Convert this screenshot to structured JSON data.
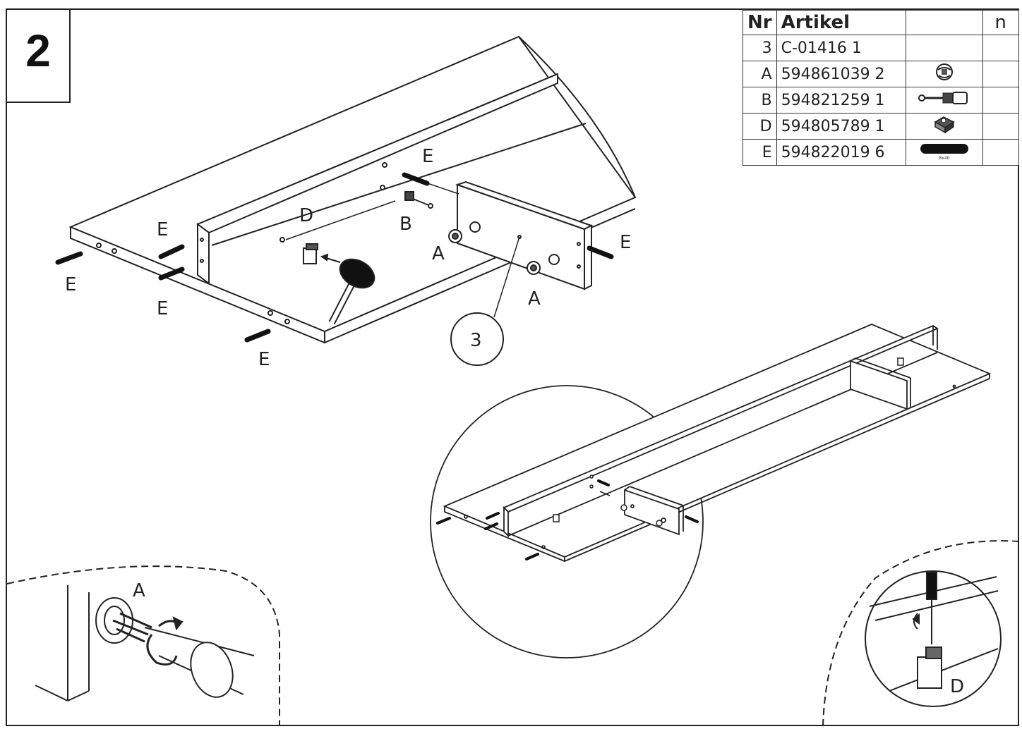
{
  "step": "2",
  "parts_table": {
    "headers": {
      "nr": "Nr",
      "artikel": "Artikel",
      "image": "",
      "n": "n"
    },
    "rows": [
      {
        "nr": "3",
        "artikel": "C-01416 1",
        "icon": ""
      },
      {
        "nr": "A",
        "artikel": "594861039 2",
        "icon": "cam-lock-icon"
      },
      {
        "nr": "B",
        "artikel": "594821259 1",
        "icon": "cam-bolt-icon"
      },
      {
        "nr": "D",
        "artikel": "594805789 1",
        "icon": "connector-icon"
      },
      {
        "nr": "E",
        "artikel": "594822019 6",
        "icon": "wooden-dowel-icon",
        "icon_caption": "8x40"
      }
    ]
  },
  "callouts": {
    "e1": "E",
    "e2": "E",
    "e3": "E",
    "e4": "E",
    "e5": "E",
    "e6": "E",
    "d": "D",
    "b": "B",
    "a1": "A",
    "a2": "A",
    "part3": "3",
    "detail_a": "A",
    "detail_d": "D"
  }
}
